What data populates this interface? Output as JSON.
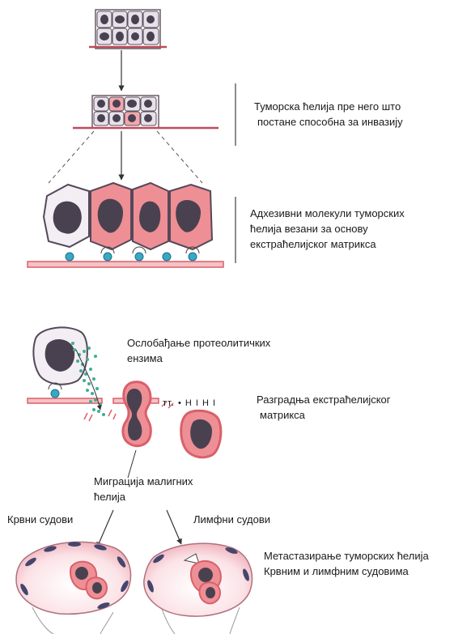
{
  "colors": {
    "cell_fill": "#ee8f95",
    "cell_fill_light": "#f6c8cc",
    "normal_cell_fill": "#e4e1ea",
    "nucleus": "#4a4150",
    "membrane": "#d9606a",
    "adhesion_molecule": "#36a9c4",
    "enzyme_dots": "#3fae95",
    "vessel_endothelium": "#44466e"
  },
  "labels": {
    "stage_before_invasion": [
      "Туморска ћелија пре него што",
      "постане способна за инвазију"
    ],
    "adhesion": [
      "Адхезивни молекули туморских",
      "ћелија  везани за основу",
      "екстраћелијског матрикса"
    ],
    "enzymes": [
      "Ослобађање протеолитичких",
      "ензима"
    ],
    "membrane_fragments": "тт.  •  Н І Н І",
    "matrix_degradation": [
      "Разградња екстраћелијског",
      "матрикса"
    ],
    "migration": [
      "Миграција малигних",
      "ћелија"
    ],
    "blood_vessels": "Крвни судови",
    "lymph_vessels": "Лимфни судови",
    "metastasis": [
      "Метастазирање туморских ћелија",
      "Крвним и лимфним судовима"
    ]
  }
}
